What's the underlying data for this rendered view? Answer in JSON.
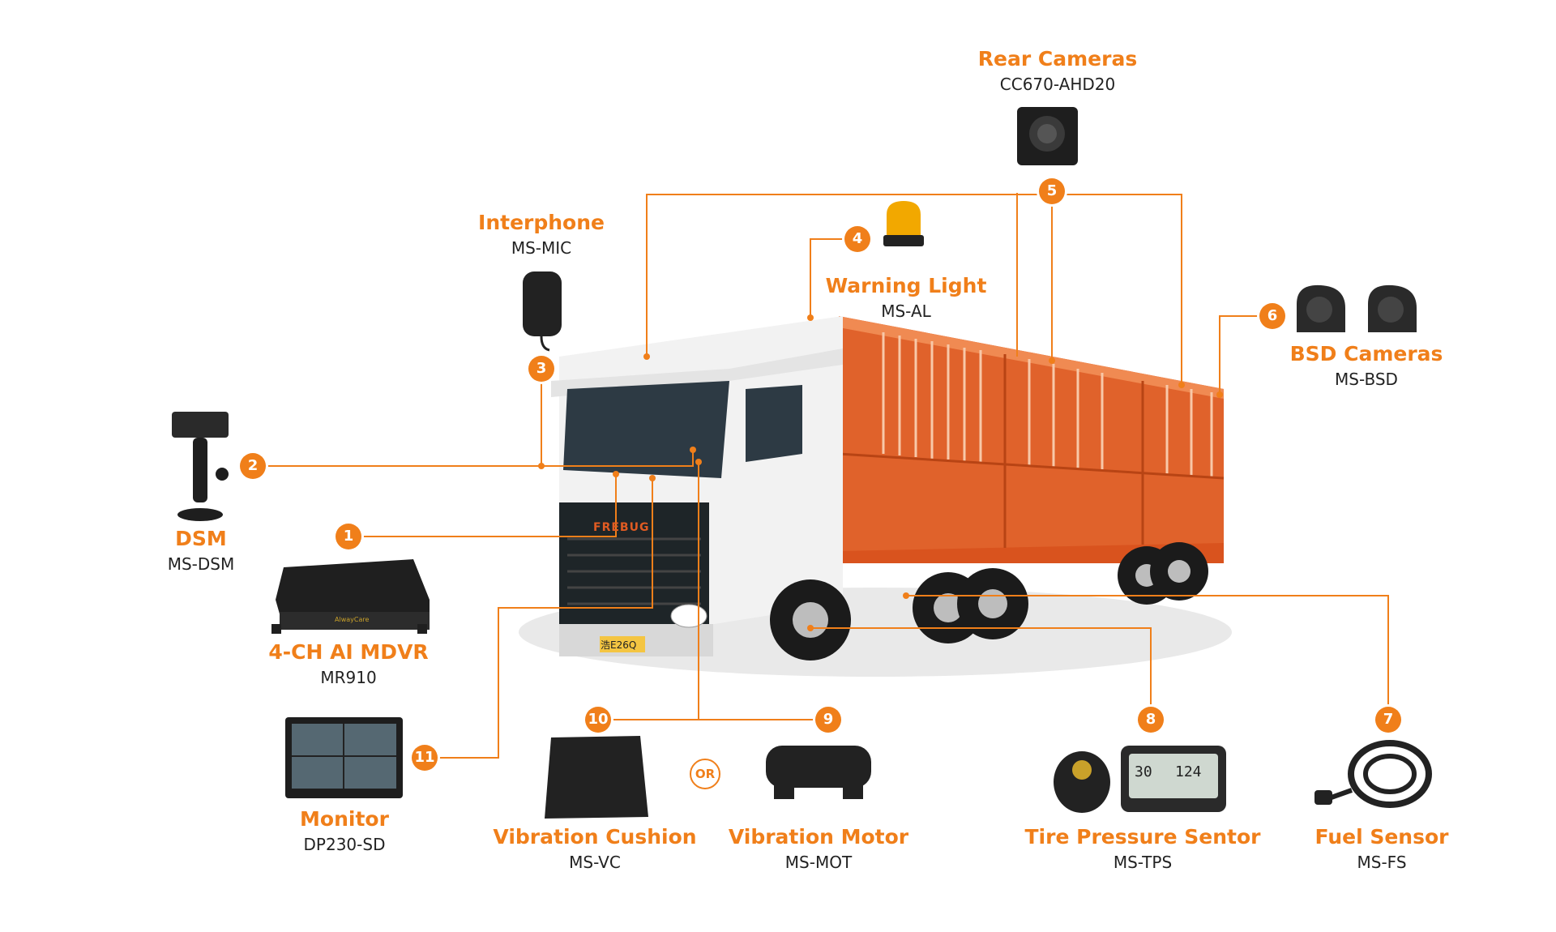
{
  "brand_color": "#f07f1a",
  "truck": {
    "grille_brand": "FREBUG",
    "plate": "浩E26Q"
  },
  "components": [
    {
      "num": "1",
      "title": "4-CH AI MDVR",
      "model": "MR910",
      "icon": "mdvr-unit-icon"
    },
    {
      "num": "2",
      "title": "DSM",
      "model": "MS-DSM",
      "icon": "dsm-camera-icon"
    },
    {
      "num": "3",
      "title": "Interphone",
      "model": "MS-MIC",
      "icon": "interphone-mic-icon"
    },
    {
      "num": "4",
      "title": "Warning Light",
      "model": "MS-AL",
      "icon": "warning-light-icon"
    },
    {
      "num": "5",
      "title": "Rear Cameras",
      "model": "CC670-AHD20",
      "icon": "rear-camera-icon"
    },
    {
      "num": "6",
      "title": "BSD Cameras",
      "model": "MS-BSD",
      "icon": "bsd-camera-icon"
    },
    {
      "num": "7",
      "title": "Fuel Sensor",
      "model": "MS-FS",
      "icon": "fuel-sensor-icon"
    },
    {
      "num": "8",
      "title": "Tire Pressure Sentor",
      "model": "MS-TPS",
      "icon": "tire-pressure-sensor-icon"
    },
    {
      "num": "9",
      "title": "Vibration Motor",
      "model": "MS-MOT",
      "icon": "vibration-motor-icon"
    },
    {
      "num": "10",
      "title": "Vibration Cushion",
      "model": "MS-VC",
      "icon": "vibration-cushion-icon"
    },
    {
      "num": "11",
      "title": "Monitor",
      "model": "DP230-SD",
      "icon": "monitor-icon"
    }
  ],
  "or_label": "OR",
  "mdvr_brand": "AlwayCare",
  "tpms_readout": {
    "left": "30",
    "right": "124"
  }
}
